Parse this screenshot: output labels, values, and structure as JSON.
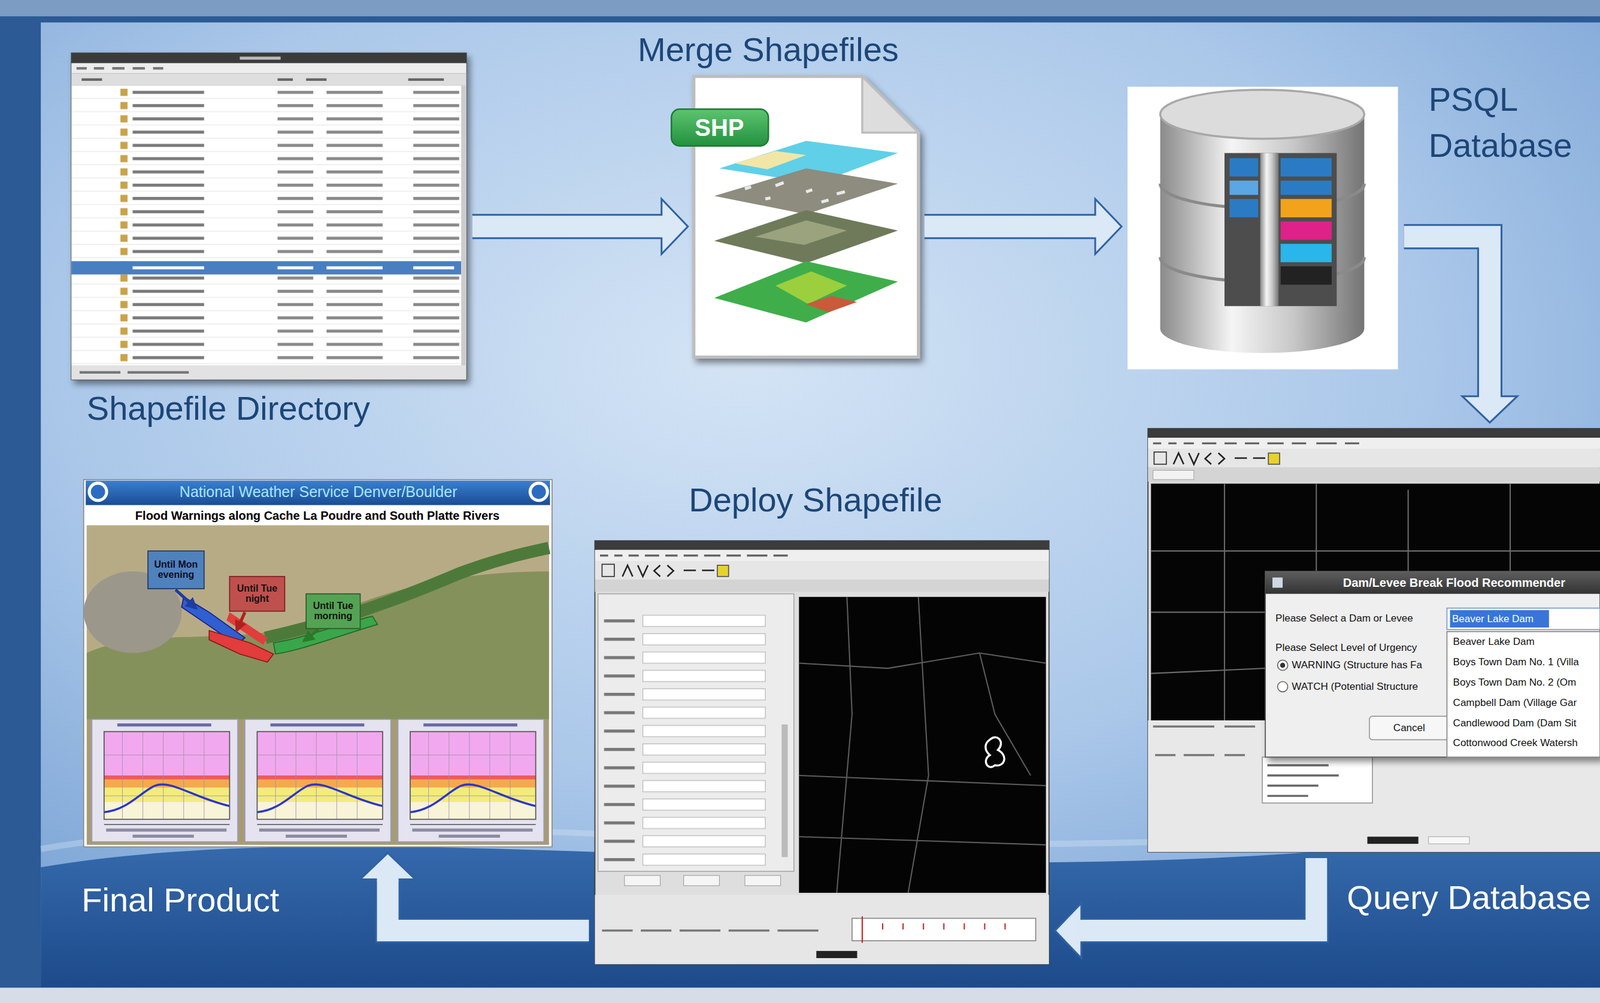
{
  "diagram": {
    "nodes": [
      {
        "text": [
          "Shapefile Directory"
        ]
      },
      {
        "text": [
          "Merge Shapefiles"
        ]
      },
      {
        "text": [
          "PSQL Database"
        ]
      },
      {
        "text": [
          "Query Database"
        ]
      },
      {
        "text": [
          "Deploy Shapefile"
        ]
      },
      {
        "text": [
          "Final Product"
        ]
      }
    ],
    "edges": [
      {
        "from": 0,
        "to": 1,
        "arrow": "to"
      },
      {
        "from": 1,
        "to": 2,
        "arrow": "to"
      },
      {
        "from": 2,
        "to": 3,
        "arrow": "to"
      },
      {
        "from": 3,
        "to": 4,
        "arrow": "to"
      },
      {
        "from": 4,
        "to": 5,
        "arrow": "to"
      }
    ],
    "labels": [
      "SHP",
      "National Weather Service Denver/Boulder",
      "Flood Warnings along Cache La Poudre and South Platte Rivers",
      "Until Mon evening",
      "Until Tue night",
      "Until Tue morning",
      "Dam/Levee Break Flood Recommender",
      "Please Select a Dam or Levee",
      "Beaver Lake Dam",
      "Please Select Level of Urgency",
      "WARNING (Structure has Fa",
      "WATCH (Potential Structure",
      "Cancel",
      "Beaver Lake Dam",
      "Boys Town Dam No. 1 (Villa",
      "Boys Town Dam No. 2 (Om",
      "Campbell Dam (Village Gar",
      "Candlewood Dam (Dam Sit",
      "Cottonwood Creek Watersh"
    ]
  }
}
